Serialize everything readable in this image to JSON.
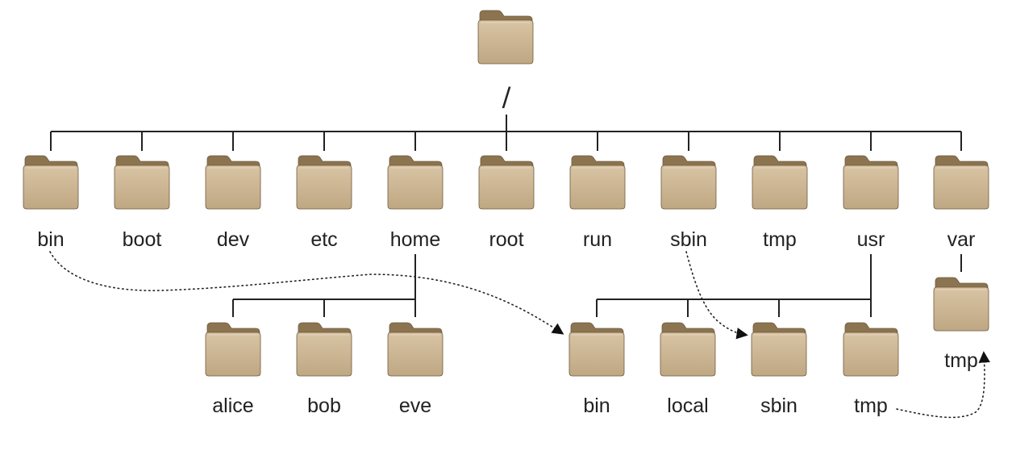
{
  "colors": {
    "folder_back": "#8c7450",
    "folder_body": "#c7b08e",
    "folder_body_top": "#d8c4a4",
    "folder_edge": "#6f5b3e",
    "line": "#222222"
  },
  "icons": {
    "folder": "folder-icon"
  },
  "root": {
    "label": "/"
  },
  "top_level": [
    "bin",
    "boot",
    "dev",
    "etc",
    "home",
    "root",
    "run",
    "sbin",
    "tmp",
    "usr",
    "var"
  ],
  "home_children": [
    "alice",
    "bob",
    "eve"
  ],
  "usr_children": [
    "bin",
    "local",
    "sbin",
    "tmp"
  ],
  "var_children": [
    "tmp"
  ],
  "symlinks": [
    {
      "from": "/bin",
      "to": "/usr/bin"
    },
    {
      "from": "/sbin",
      "to": "/usr/sbin"
    },
    {
      "from": "/usr/tmp",
      "to": "/var/tmp"
    }
  ]
}
